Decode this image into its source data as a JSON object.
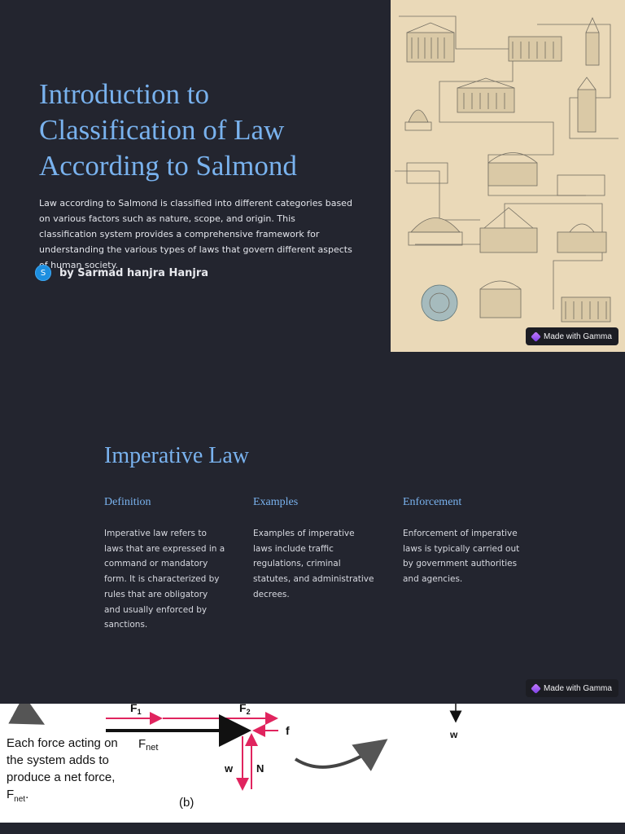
{
  "slide1": {
    "title": "Introduction to Classification of Law According to Salmond",
    "description": "Law according to Salmond is classified into different categories based on various factors such as nature, scope, and origin. This classification system provides a comprehensive framework for understanding the various types of laws that govern different aspects of human society.",
    "author_initial": "S",
    "author": "by Sarmad hanjra Hanjra",
    "badge": "Made with Gamma"
  },
  "slide2": {
    "title": "Imperative Law",
    "columns": [
      {
        "heading": "Definition",
        "text": "Imperative law refers to laws that are expressed in a command or mandatory form. It is characterized by rules that are obligatory and usually enforced by sanctions."
      },
      {
        "heading": "Examples",
        "text": "Examples of imperative laws include traffic regulations, criminal statutes, and administrative decrees."
      },
      {
        "heading": "Enforcement",
        "text": "Enforcement of imperative laws is typically carried out by government authorities and agencies."
      }
    ],
    "badge": "Made with Gamma"
  },
  "physics": {
    "text": "Each force acting on the system adds to produce a net force, F",
    "text_sub": "net",
    "text_end": ".",
    "f1": "F",
    "f1_sub": "1",
    "f2": "F",
    "f2_sub": "2",
    "fnet": "F",
    "fnet_sub": "net",
    "f": "f",
    "w": "w",
    "n": "N",
    "w2": "w",
    "caption": "(b)"
  },
  "colors": {
    "background": "#23252f",
    "accent": "#79b2ee",
    "arrow_red": "#e0245e"
  }
}
